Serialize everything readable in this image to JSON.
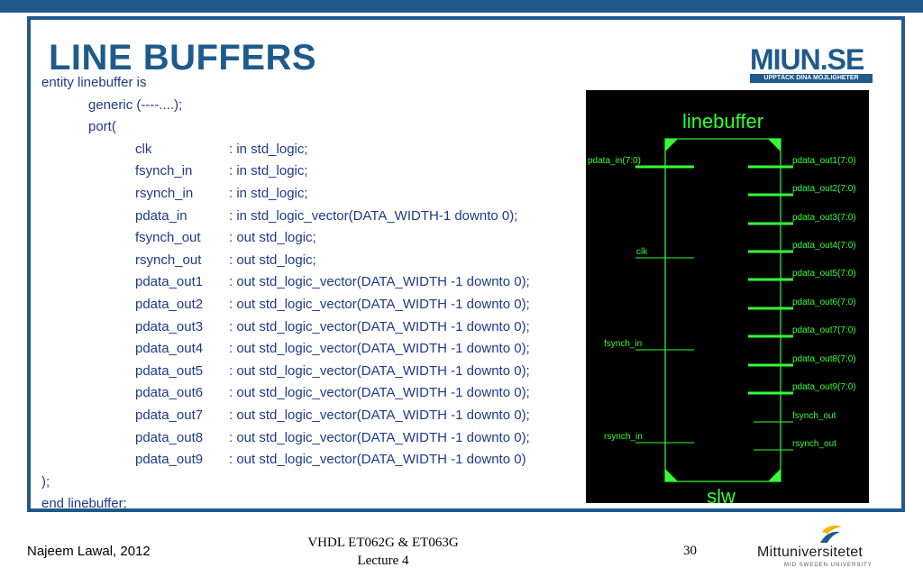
{
  "title": "LINE BUFFERS",
  "logo": {
    "main": "MIUN.SE",
    "tagline": "UPPTÄCK DINA MÖJLIGHETER"
  },
  "code": {
    "entity_line": "entity linebuffer is",
    "generic_line": "generic (----....);",
    "port_line": "port(",
    "ports": [
      {
        "name": "clk",
        "type": ": in std_logic;"
      },
      {
        "name": "fsynch_in",
        "type": ": in std_logic;"
      },
      {
        "name": "rsynch_in",
        "type": ": in std_logic;"
      },
      {
        "name": "pdata_in",
        "type": ": in std_logic_vector(DATA_WIDTH-1 downto 0);"
      },
      {
        "name": "fsynch_out",
        "type": ": out std_logic;"
      },
      {
        "name": "rsynch_out",
        "type": ": out std_logic;"
      },
      {
        "name": "pdata_out1",
        "type": ": out std_logic_vector(DATA_WIDTH -1 downto 0);"
      },
      {
        "name": "pdata_out2",
        "type": ": out std_logic_vector(DATA_WIDTH -1 downto 0);"
      },
      {
        "name": "pdata_out3",
        "type": ": out std_logic_vector(DATA_WIDTH -1 downto 0);"
      },
      {
        "name": "pdata_out4",
        "type": ": out std_logic_vector(DATA_WIDTH -1 downto 0);"
      },
      {
        "name": "pdata_out5",
        "type": ": out std_logic_vector(DATA_WIDTH -1 downto 0);"
      },
      {
        "name": "pdata_out6",
        "type": ": out std_logic_vector(DATA_WIDTH -1 downto 0);"
      },
      {
        "name": "pdata_out7",
        "type": ": out std_logic_vector(DATA_WIDTH -1 downto 0);"
      },
      {
        "name": "pdata_out8",
        "type": ": out std_logic_vector(DATA_WIDTH -1 downto 0);"
      },
      {
        "name": "pdata_out9",
        "type": ": out std_logic_vector(DATA_WIDTH -1 downto 0)"
      }
    ],
    "close_line": ");",
    "end_line": "end linebuffer;"
  },
  "diagram": {
    "block_name": "linebuffer",
    "instance": "slw",
    "inputs": [
      "pdata_in(7:0)",
      "clk",
      "fsynch_in",
      "rsynch_in"
    ],
    "outputs": [
      "pdata_out1(7:0)",
      "pdata_out2(7:0)",
      "pdata_out3(7:0)",
      "pdata_out4(7:0)",
      "pdata_out5(7:0)",
      "pdata_out6(7:0)",
      "pdata_out7(7:0)",
      "pdata_out8(7:0)",
      "pdata_out9(7:0)",
      "fsynch_out",
      "rsynch_out"
    ],
    "color": "#33ff33"
  },
  "footer": {
    "author": "Najeem Lawal, 2012",
    "course": "VHDL ET062G & ET063G",
    "lecture": "Lecture 4",
    "page": "30",
    "university": "Mittuniversitetet",
    "university_tag": "MID SWEDEN UNIVERSITY"
  },
  "colors": {
    "brand": "#1f5a8c",
    "code_text": "#1f3a8a"
  }
}
